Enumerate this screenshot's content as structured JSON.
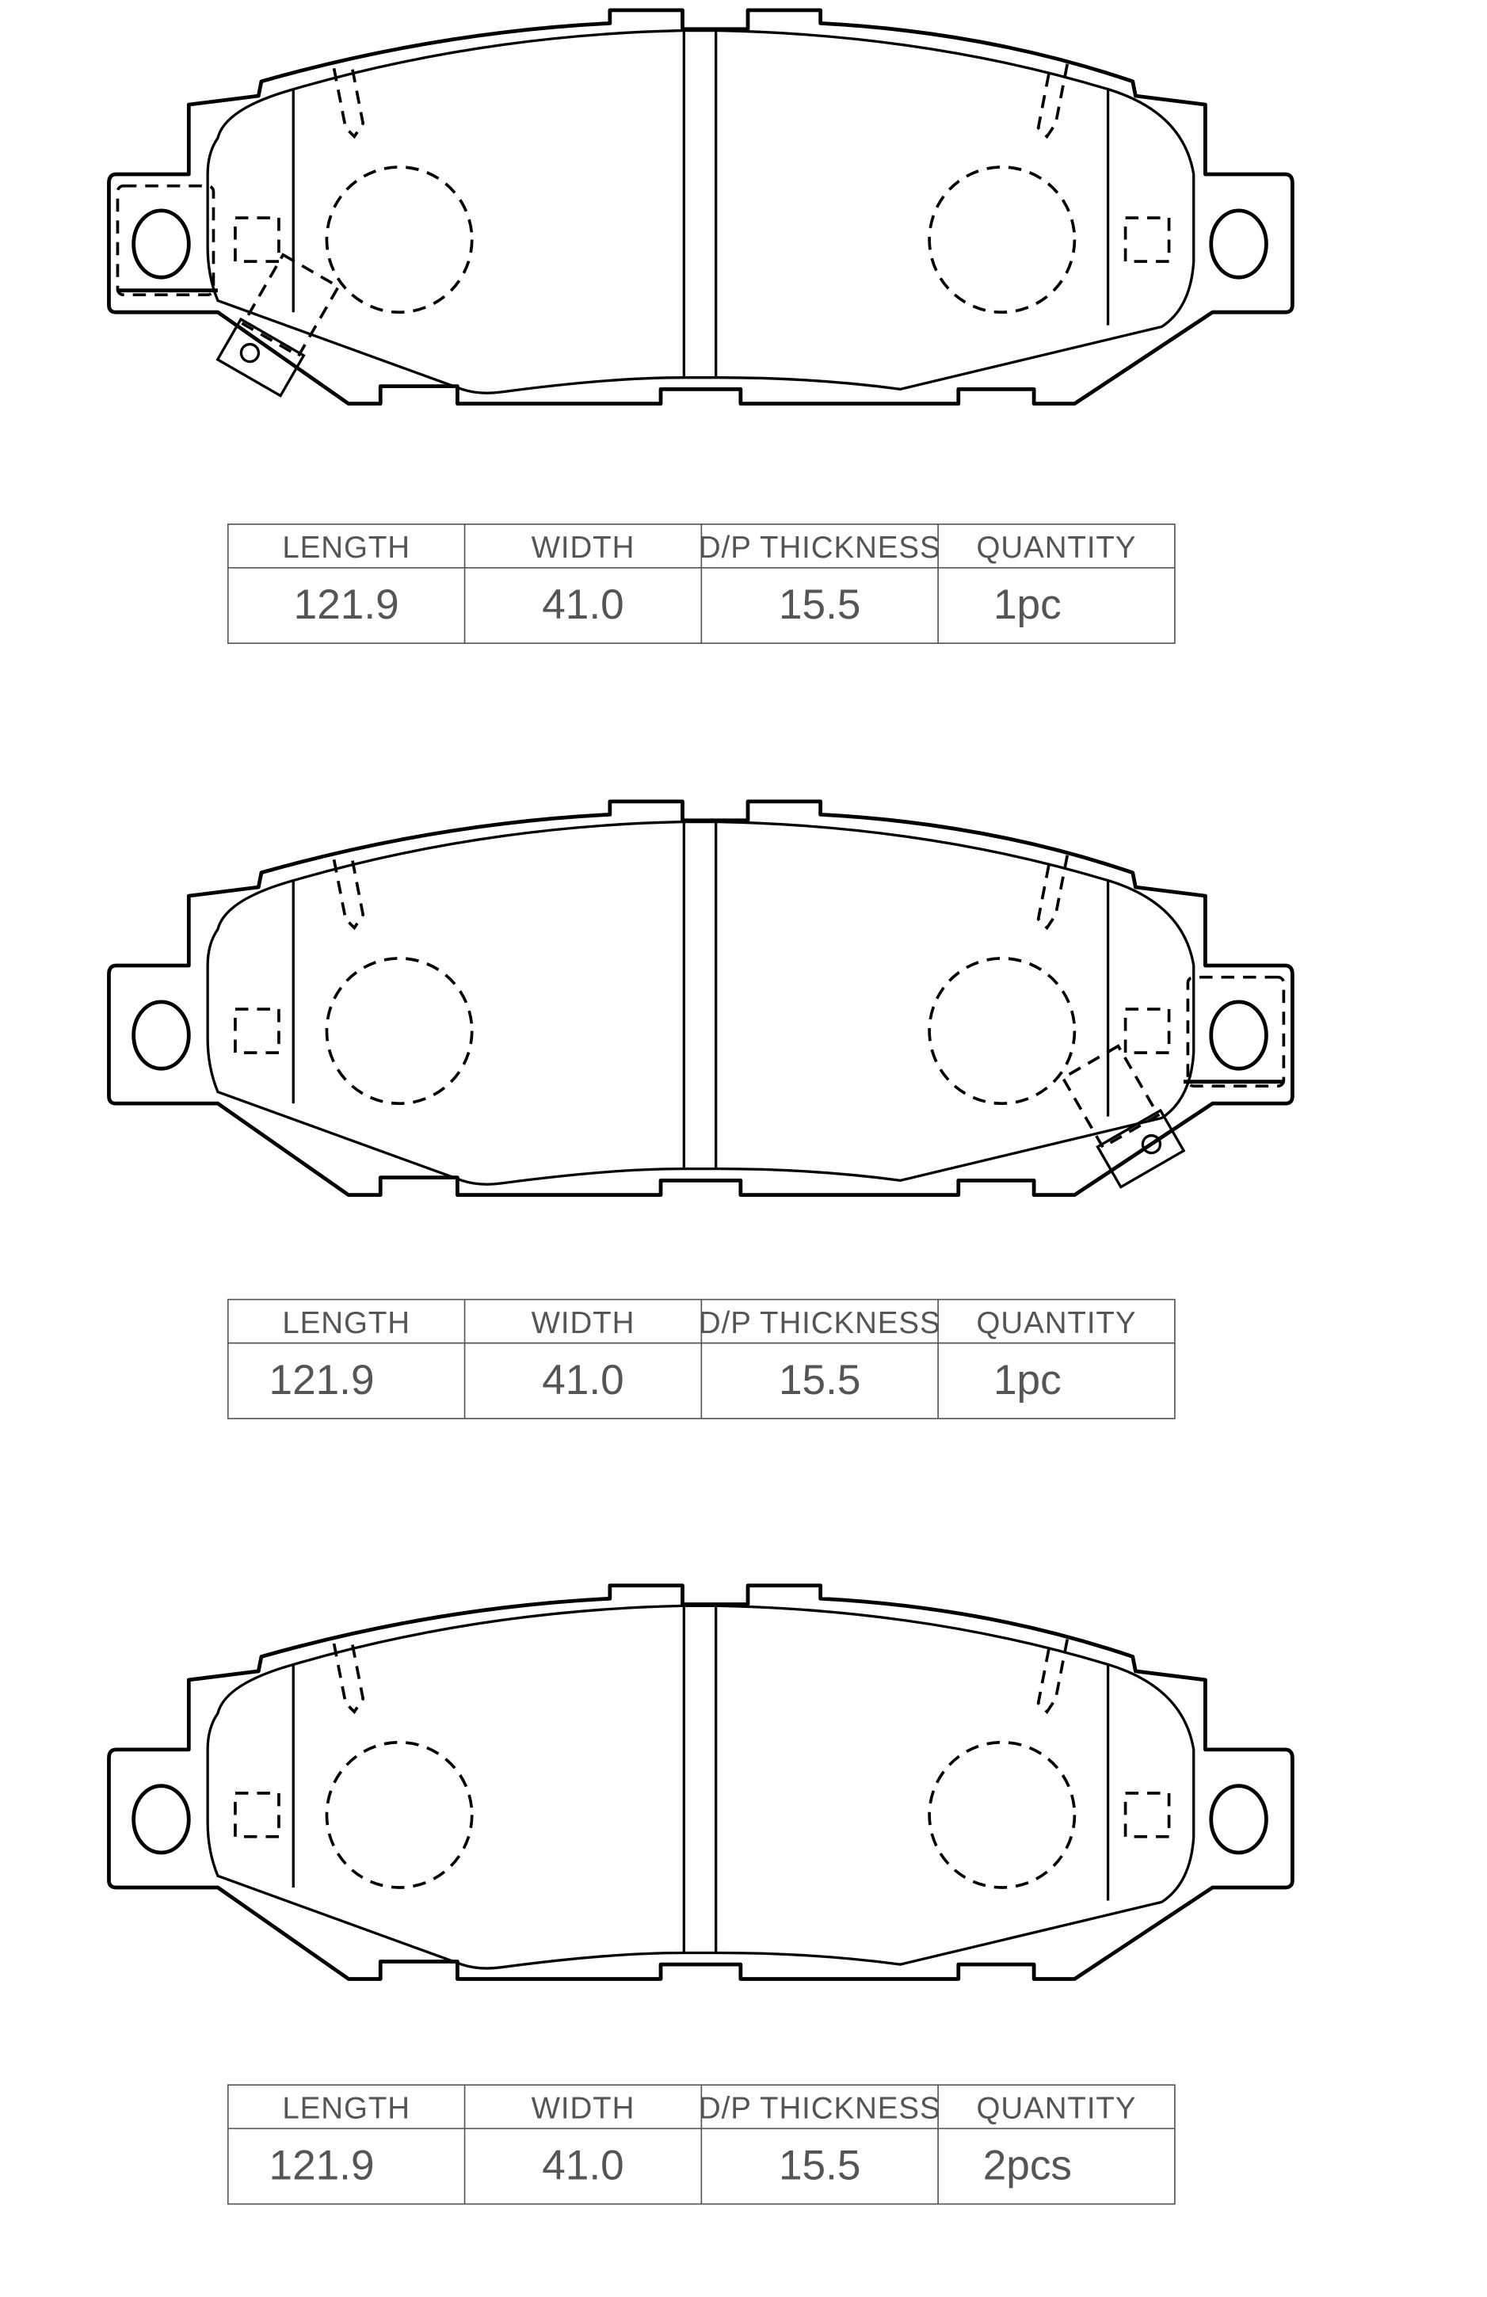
{
  "tables": [
    {
      "headers": [
        "LENGTH",
        "WIDTH",
        "D/P THICKNESS",
        "QUANTITY"
      ],
      "values": [
        "121.9",
        "41.0",
        "15.5",
        "1pc"
      ]
    },
    {
      "headers": [
        "LENGTH",
        "WIDTH",
        "D/P THICKNESS",
        "QUANTITY"
      ],
      "values": [
        "121.9",
        "41.0",
        "15.5",
        "1pc"
      ]
    },
    {
      "headers": [
        "LENGTH",
        "WIDTH",
        "D/P THICKNESS",
        "QUANTITY"
      ],
      "values": [
        "121.9",
        "41.0",
        "15.5",
        "2pcs"
      ]
    }
  ],
  "drawings": [
    {
      "name": "brake-pad-with-left-wear-sensor",
      "sensor_side": "left"
    },
    {
      "name": "brake-pad-with-right-wear-sensor",
      "sensor_side": "right"
    },
    {
      "name": "brake-pad-plain",
      "sensor_side": "none"
    }
  ]
}
